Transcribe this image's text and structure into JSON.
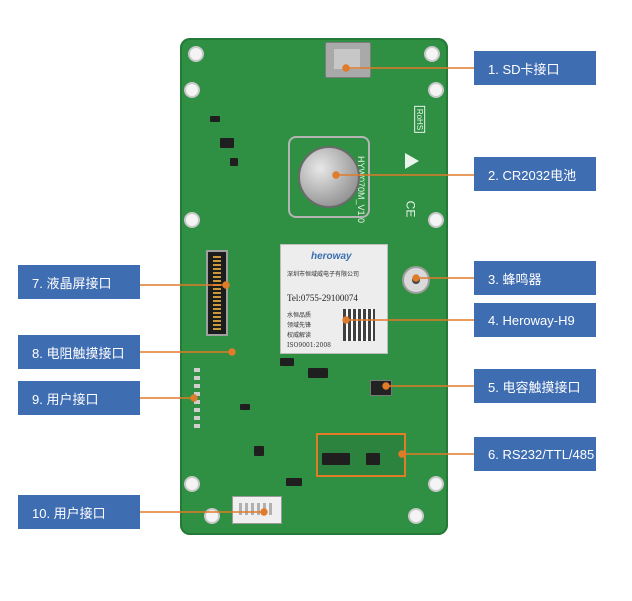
{
  "labels": {
    "sd": "1. SD卡接口",
    "cr2032": "2. CR2032电池",
    "buzzer": "3. 蜂鸣器",
    "heroway": "4. Heroway-H9",
    "ctp": "5. 电容触摸接口",
    "rs232": "6. RS232/TTL/485",
    "lcd": "7. 液晶屏接口",
    "rtp": "8. 电阻触摸接口",
    "user1": "9. 用户接口",
    "user2": "10. 用户接口"
  },
  "module": {
    "logo": "heroway",
    "company_cn": "深圳市恒域威电子有限公司",
    "tel": "Tel:0755-29100074",
    "line1": "水恒品质",
    "line2": "领域先锋",
    "line3": "权威解读",
    "iso": "ISO9001:2008"
  },
  "board": {
    "model": "HYW070M_V1.0",
    "rohs": "RoHS",
    "ce": "CE"
  },
  "colors": {
    "label_bg": "#3f6db2",
    "leader": "#e07b2a",
    "pcb": "#2f8f43"
  }
}
